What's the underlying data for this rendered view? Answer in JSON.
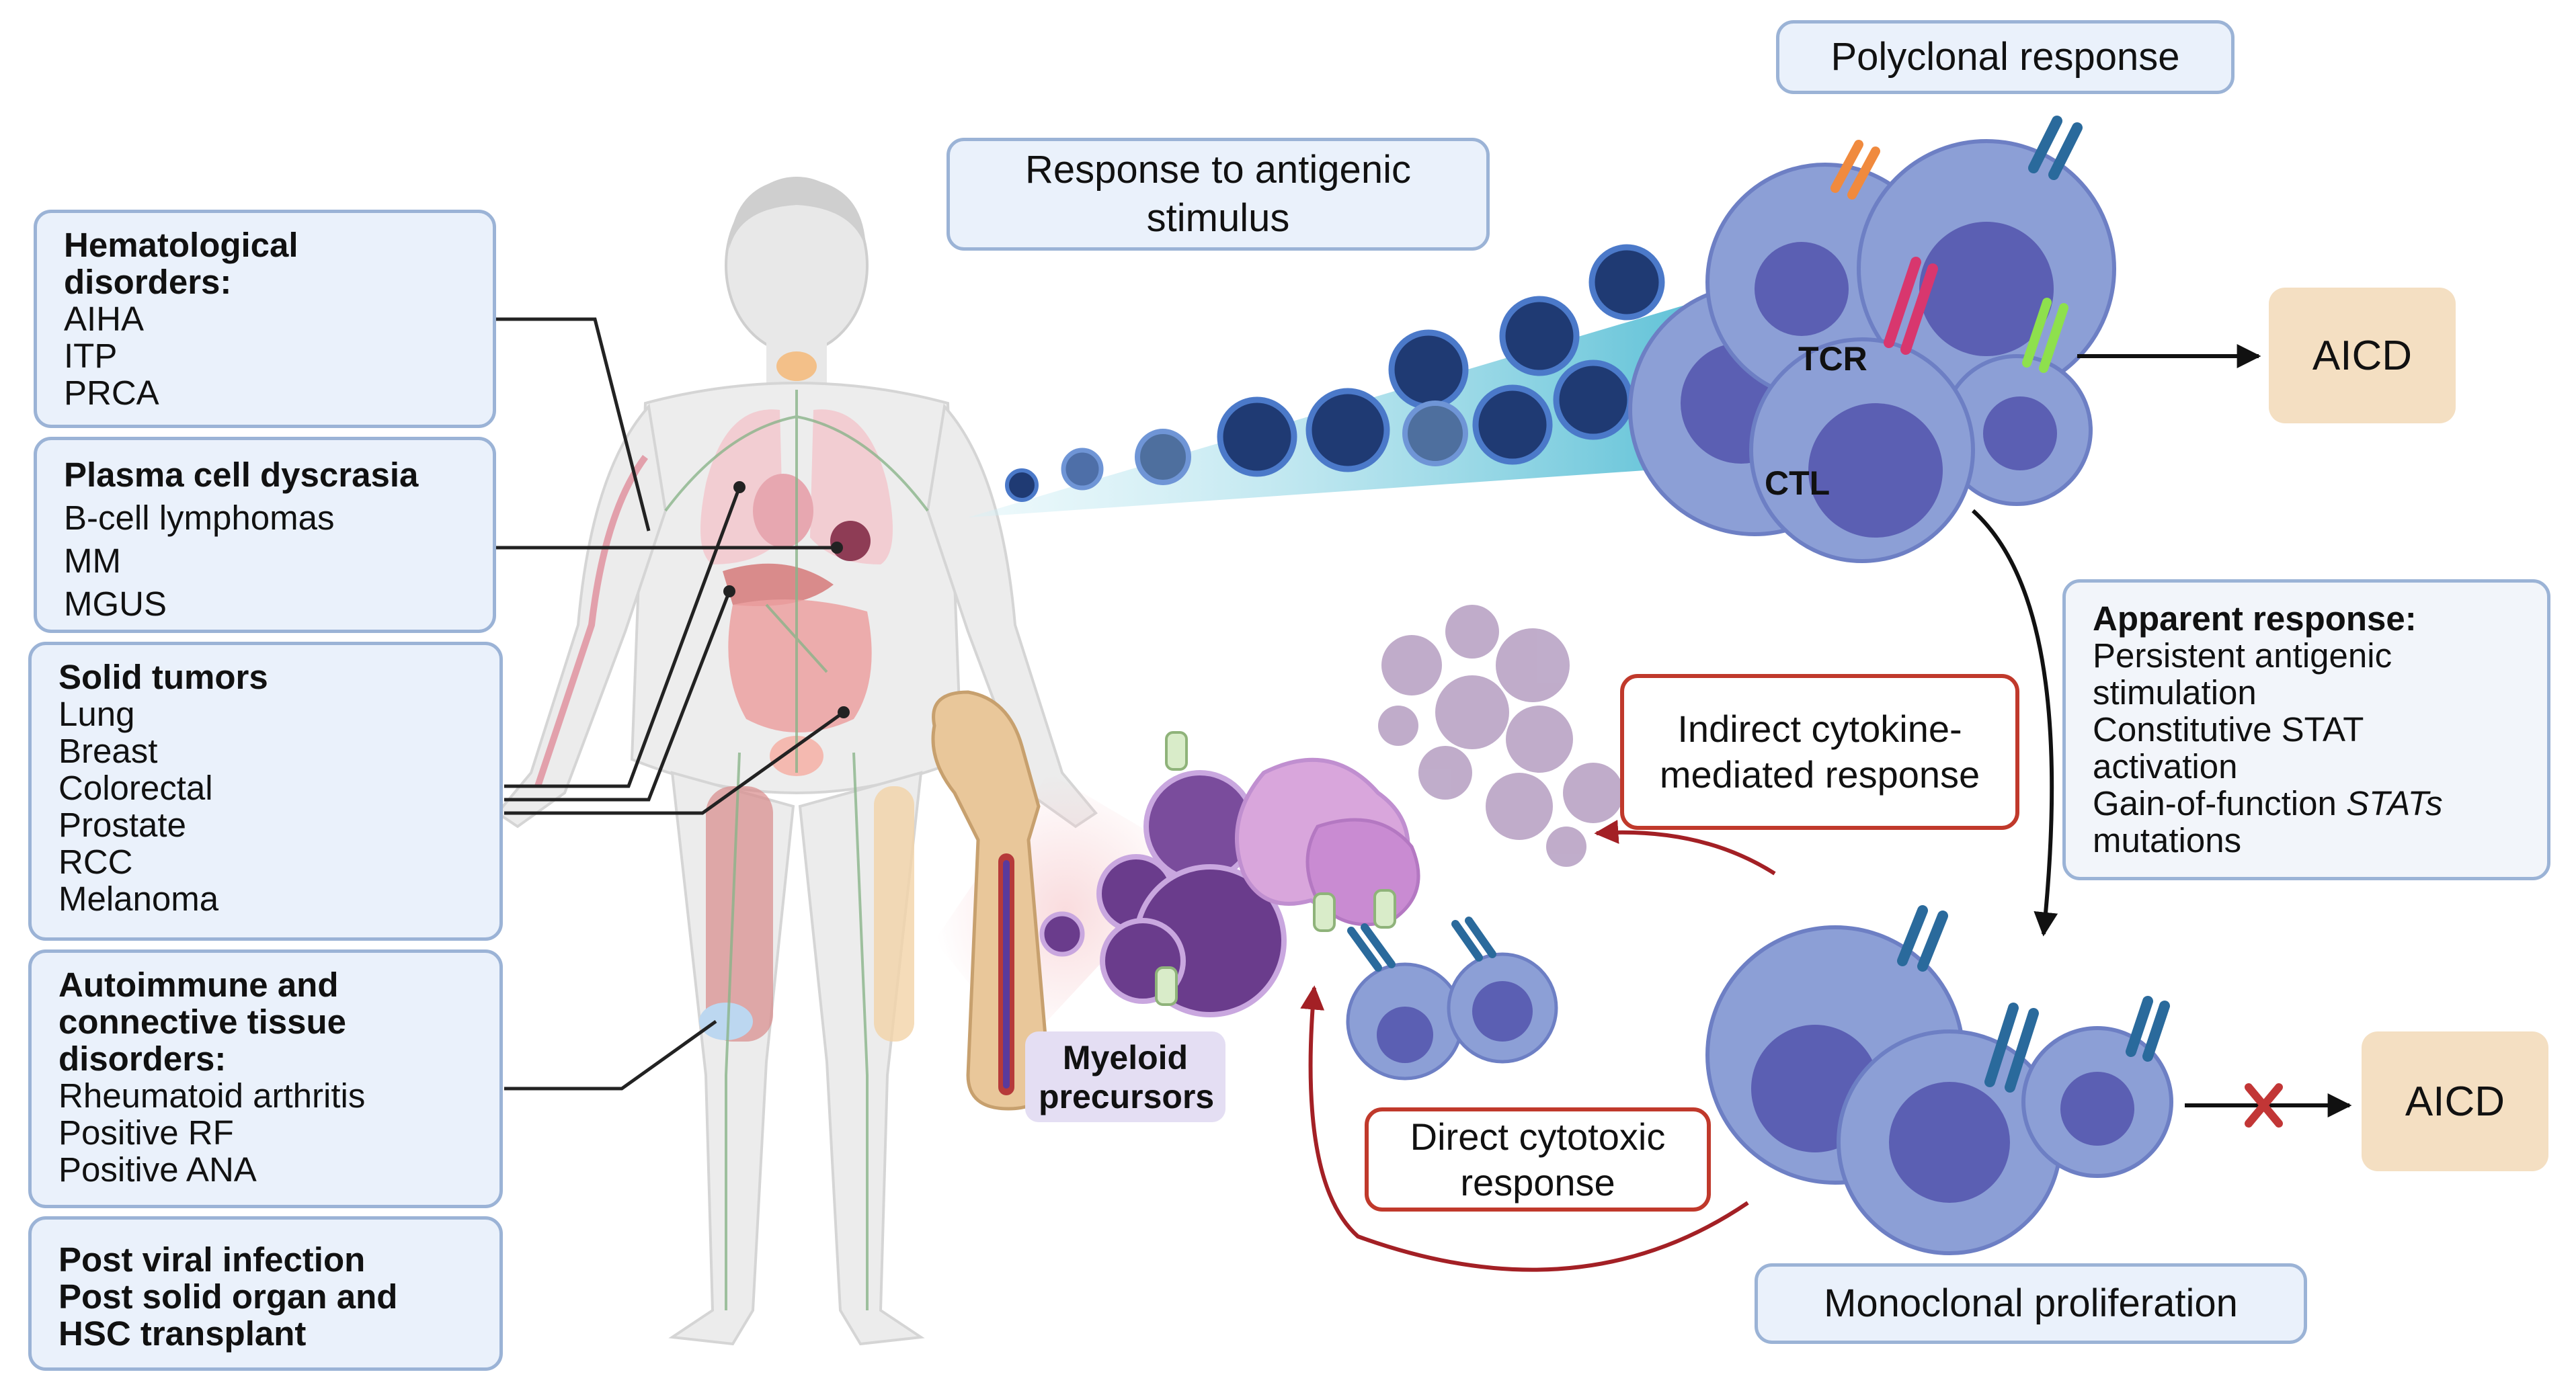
{
  "left_boxes": {
    "hematological": {
      "title": "Hematological disorders:",
      "items": [
        "AIHA",
        "ITP",
        "PRCA"
      ]
    },
    "plasma": {
      "title": "Plasma cell dyscrasia",
      "items": [
        "B-cell lymphomas",
        "MM",
        "MGUS"
      ]
    },
    "solid": {
      "title": "Solid tumors",
      "items": [
        "Lung",
        "Breast",
        "Colorectal",
        "Prostate",
        "RCC",
        "Melanoma"
      ]
    },
    "autoimmune": {
      "title": "Autoimmune and connective tissue disorders:",
      "items": [
        "Rheumatoid arthritis",
        "Positive RF",
        "Positive ANA"
      ]
    },
    "post": {
      "lines": [
        "Post viral infection",
        "Post solid organ and",
        "HSC transplant"
      ]
    }
  },
  "labels": {
    "response_antigenic": "Response to antigenic stimulus",
    "polyclonal": "Polyclonal response",
    "tcr": "TCR",
    "ctl": "CTL",
    "aicd_top": "AICD",
    "aicd_bottom": "AICD",
    "indirect": "Indirect cytokine-mediated response",
    "direct": "Direct cytotoxic response",
    "myeloid": "Myeloid precursors",
    "monoclonal": "Monoclonal proliferation"
  },
  "apparent": {
    "title": "Apparent response:",
    "items": [
      "Persistent antigenic",
      "stimulation",
      "Constitutive STAT",
      "activation",
      "Gain-of-function",
      "mutations"
    ],
    "italic_word": "STATs"
  },
  "colors": {
    "box_fill": "#eaf1fb",
    "box_border": "#9bb3d6",
    "cell_fill": "#8c9fd6",
    "cell_nucleus": "#5b5fb3",
    "dark_cell": "#1f3a73",
    "aicd_fill": "#f4dfc2",
    "red_arrow": "#a32025"
  }
}
